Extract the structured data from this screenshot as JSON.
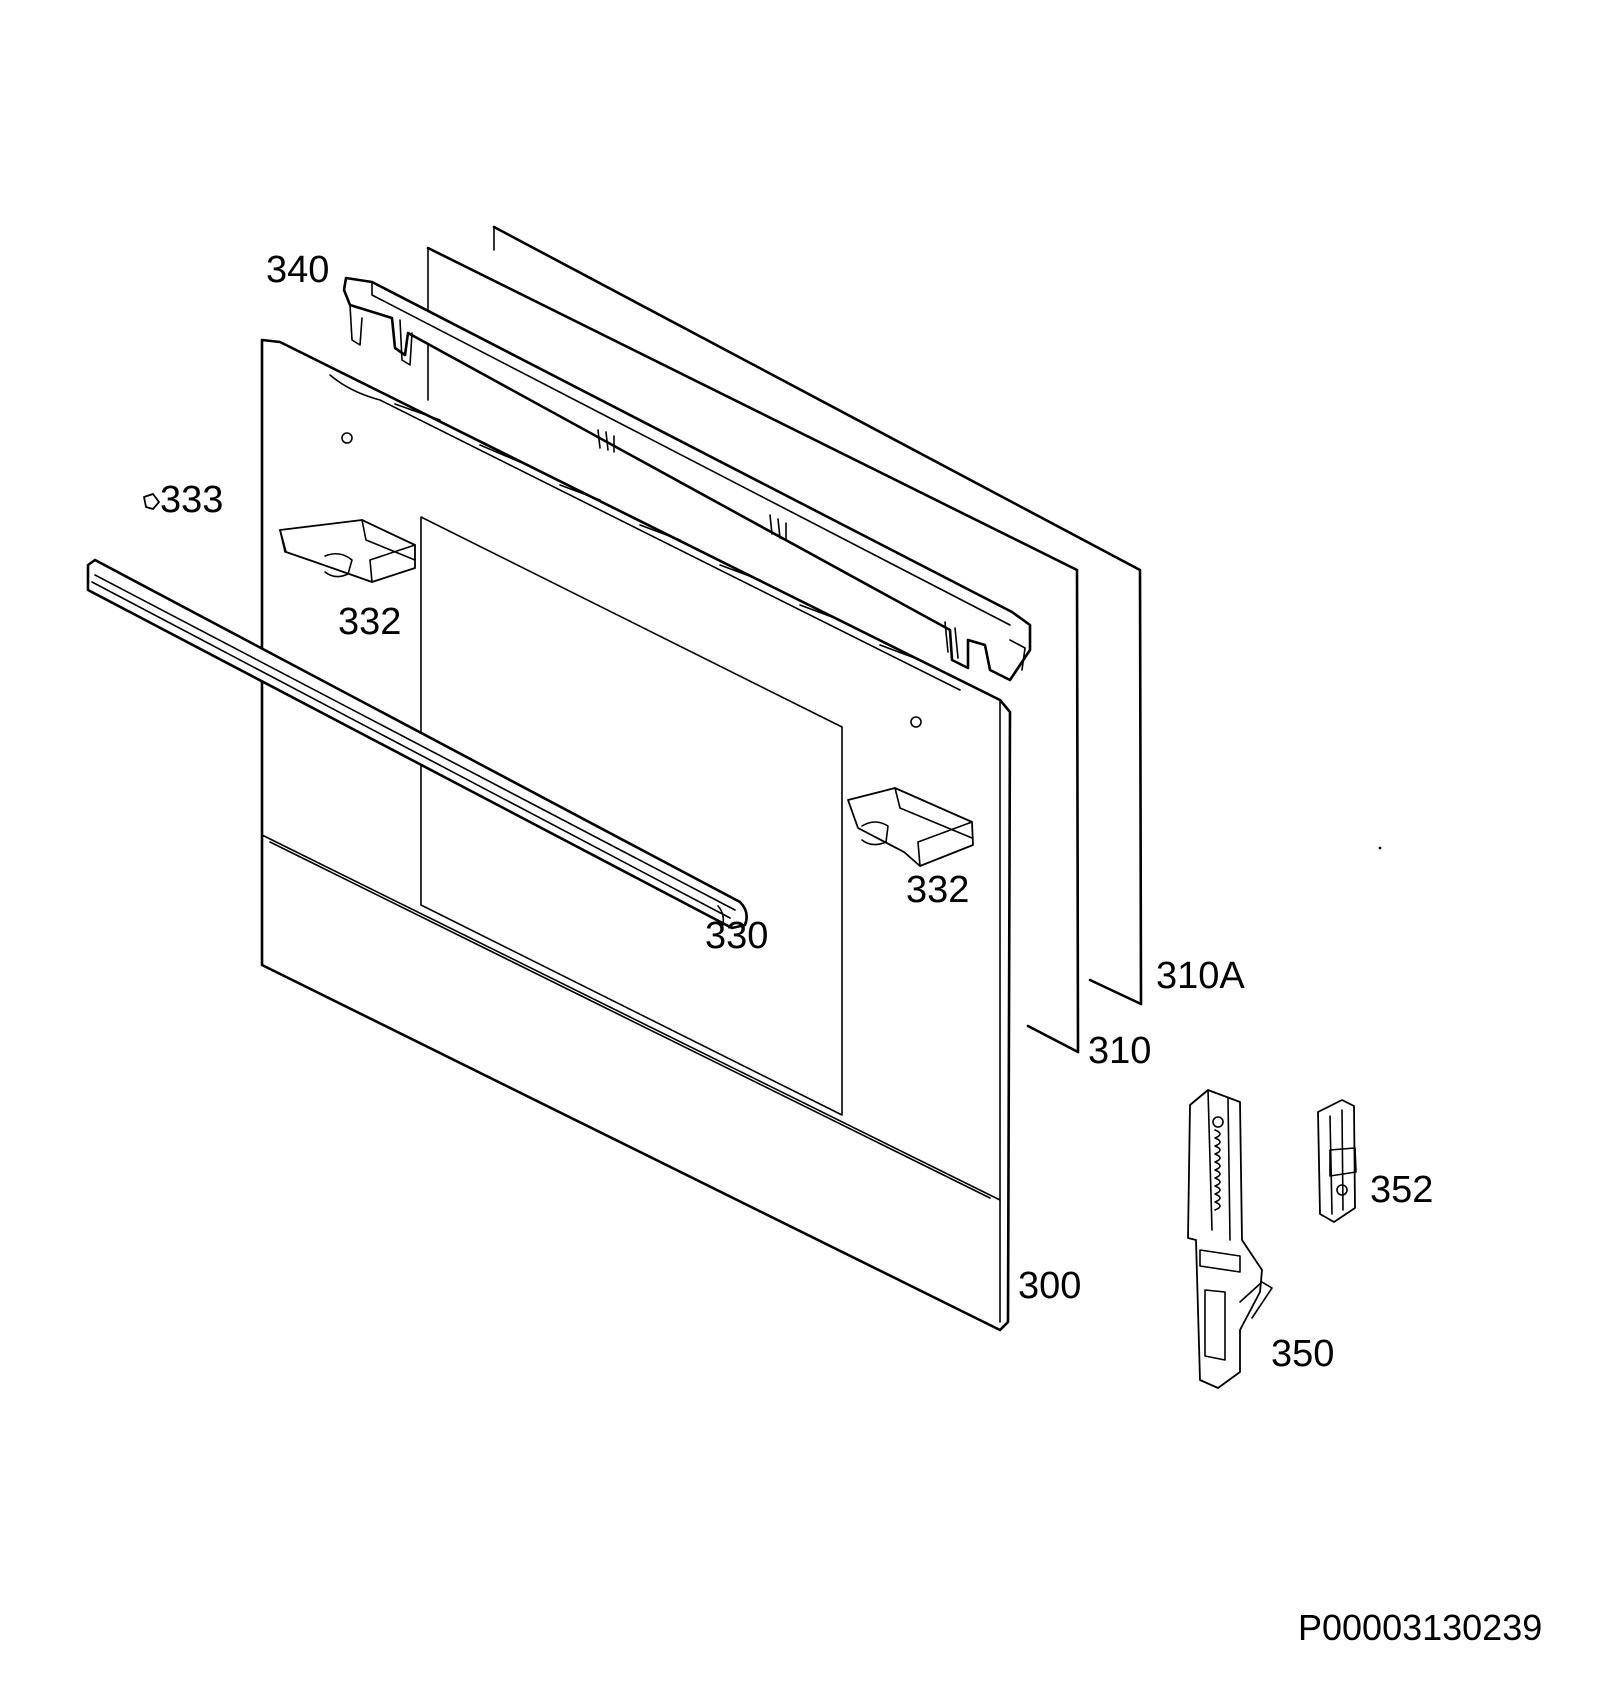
{
  "diagram": {
    "labels": {
      "p340": "340",
      "p333": "333",
      "p332_left": "332",
      "p332_right": "332",
      "p330": "330",
      "p310A": "310A",
      "p310": "310",
      "p300": "300",
      "p352": "352",
      "p350": "350"
    },
    "document_code": "P00003130239"
  }
}
